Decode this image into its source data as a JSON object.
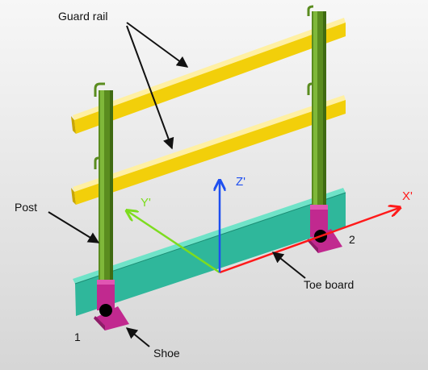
{
  "labels": {
    "guard_rail": "Guard rail",
    "post": "Post",
    "toe_board": "Toe board",
    "shoe": "Shoe",
    "point_1": "1",
    "point_2": "2"
  },
  "axes": {
    "x": "X'",
    "y": "Y'",
    "z": "Z'"
  },
  "colors": {
    "background_top": "#f7f7f7",
    "background_bottom": "#d9d9d9",
    "guard_rail": "#f2cf0a",
    "post": "#5a8c1f",
    "toe_board": "#2fb79b",
    "shoe": "#c1298f",
    "x_axis": "#ff1a1a",
    "y_axis": "#7ddc1f",
    "z_axis": "#1e4ff0",
    "arrow": "#111111"
  }
}
